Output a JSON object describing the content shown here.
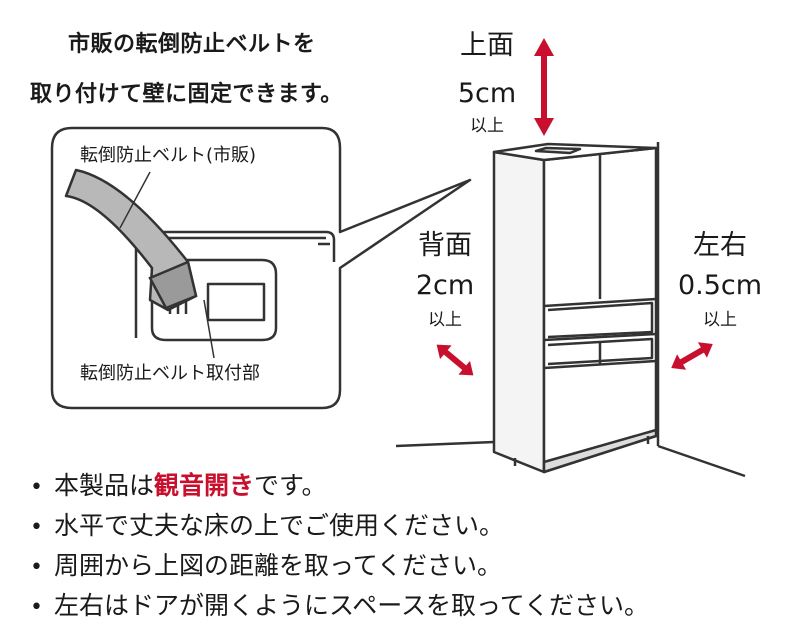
{
  "intro": {
    "line1": "市販の転倒防止ベルトを",
    "line2": "取り付けて壁に固定できます。"
  },
  "callout": {
    "belt_label": "転倒防止ベルト(市販)",
    "mount_label": "転倒防止ベルト取付部"
  },
  "clearances": {
    "top": {
      "heading": "上面",
      "value": "5cm",
      "qualifier": "以上"
    },
    "back": {
      "heading": "背面",
      "value": "2cm",
      "qualifier": "以上"
    },
    "sides": {
      "heading": "左右",
      "value": "0.5cm",
      "qualifier": "以上"
    }
  },
  "notes": [
    {
      "before": "本製品は",
      "highlight": "観音開き",
      "after": "です。"
    },
    {
      "before": "水平で丈夫な床の上でご使用ください。",
      "highlight": "",
      "after": ""
    },
    {
      "before": "周囲から上図の距離を取ってください。",
      "highlight": "",
      "after": ""
    },
    {
      "before": "左右はドアが開くようにスペースを取ってください。",
      "highlight": "",
      "after": ""
    }
  ],
  "bullet_glyph": "•",
  "colors": {
    "arrow": "#c8102e",
    "highlight": "#c8102e",
    "line": "#333333",
    "belt_fill": "#b8b8b8"
  }
}
